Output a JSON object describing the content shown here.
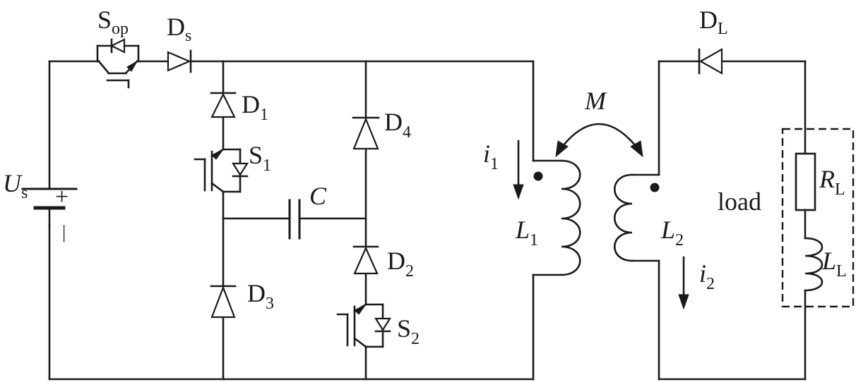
{
  "labels": {
    "sop": {
      "main": "S",
      "sub": "op"
    },
    "ds": {
      "main": "D",
      "sub": "s"
    },
    "d1": {
      "main": "D",
      "sub": "1"
    },
    "d2": {
      "main": "D",
      "sub": "2"
    },
    "d3": {
      "main": "D",
      "sub": "3"
    },
    "d4": {
      "main": "D",
      "sub": "4"
    },
    "s1": {
      "main": "S",
      "sub": "1"
    },
    "s2": {
      "main": "S",
      "sub": "2"
    },
    "c": "C",
    "us": {
      "main": "U",
      "sub": "s"
    },
    "plus": "+",
    "minus": "|",
    "i1": {
      "main": "i",
      "sub": "1"
    },
    "i2": {
      "main": "i",
      "sub": "2"
    },
    "l1": {
      "main": "L",
      "sub": "1"
    },
    "l2": {
      "main": "L",
      "sub": "2"
    },
    "m": "M",
    "dl": {
      "main": "D",
      "sub": "L"
    },
    "rl": {
      "main": "R",
      "sub": "L"
    },
    "ll": {
      "main": "L",
      "sub": "L"
    },
    "load": "load"
  }
}
